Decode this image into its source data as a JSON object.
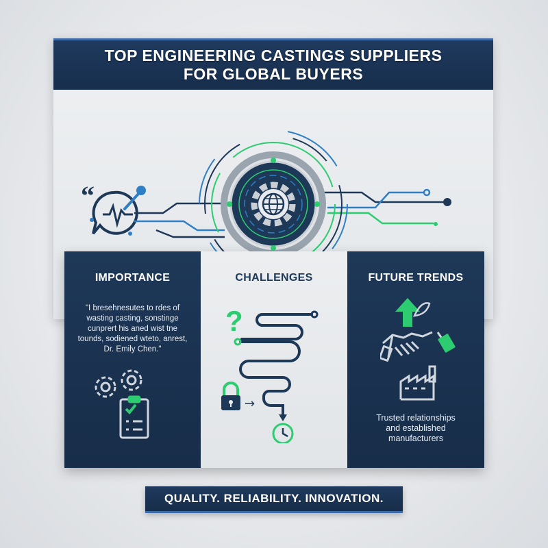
{
  "header": {
    "title_line1": "TOP ENGINEERING CASTINGS SUPPLIERS",
    "title_line2": "FOR GLOBAL BUYERS"
  },
  "hero": {
    "quote_mark": "“"
  },
  "panels": {
    "importance": {
      "title": "IMPORTANCE",
      "quote_lines": [
        "\"I bresehnesutes to rdes of",
        "wasting casting, sonstinge",
        "cunprert his aned wist tne",
        "tounds, sodiened wteto, anrest,",
        "Dr. Emily Chen.\""
      ]
    },
    "challenges": {
      "title": "CHALLENGES",
      "question_mark": "?",
      "arrow": "→"
    },
    "future": {
      "title": "FUTURE TRENDS",
      "text_lines": [
        "Trusted relationships",
        "and established",
        "manufacturers"
      ]
    }
  },
  "footer": {
    "tagline": "QUALITY. RELIABILITY. INNOVATION."
  },
  "colors": {
    "navy": "#1e3858",
    "green": "#2ecc71",
    "blue": "#2f7fc4",
    "light": "#eceef0"
  }
}
